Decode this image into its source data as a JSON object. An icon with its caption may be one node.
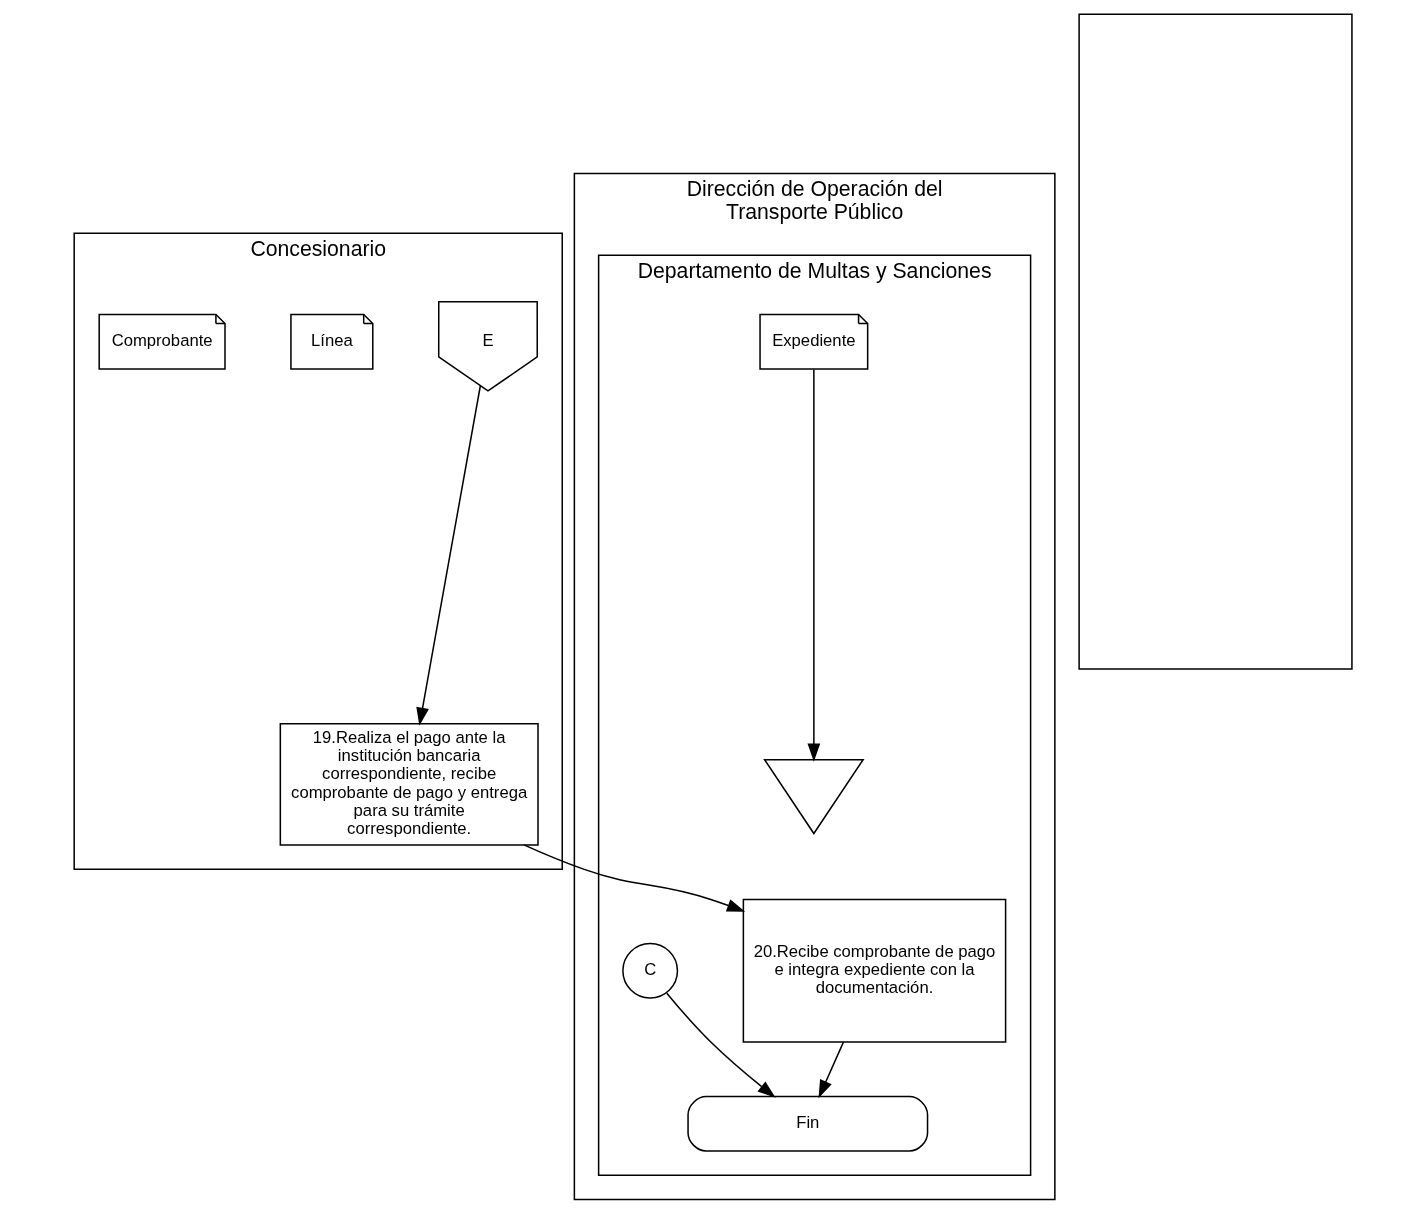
{
  "diagram": {
    "nodes": [
      {
        "text": [
          "Concesionario"
        ]
      },
      {
        "text": [
          "Dirección de Operación del Transporte Público"
        ]
      },
      {
        "text": [
          "Departamento de Multas y Sanciones"
        ],
        "in": 1
      },
      {
        "text": [],
        "shape": "box"
      },
      {
        "text": [
          "E"
        ],
        "in": 0
      },
      {
        "text": [
          "19.Realiza el pago ante la institución bancaria correspondiente, recibe comprobante de pago y entrega para su trámite correspondiente."
        ],
        "in": 0
      },
      {
        "text": [
          "Línea"
        ],
        "in": 0
      },
      {
        "text": [
          "Comprobante"
        ],
        "in": 0
      },
      {
        "text": [
          "20.Recibe comprobante de pago e integra expediente con la documentación."
        ],
        "in": 2
      },
      {
        "text": [
          "Expediente"
        ],
        "in": 2
      },
      {
        "text": [
          "C"
        ],
        "in": 2
      },
      {
        "text": [],
        "shape": "triangle",
        "in": 2
      },
      {
        "text": [
          "Fin"
        ],
        "in": 2
      }
    ],
    "edges": [
      {
        "from": 4,
        "to": 5,
        "arrow": "to"
      },
      {
        "from": 5,
        "to": 8,
        "arrow": "to"
      },
      {
        "from": 8,
        "to": 12,
        "arrow": "to"
      },
      {
        "from": 10,
        "to": 12,
        "arrow": "to"
      },
      {
        "from": 9,
        "to": 11,
        "arrow": "to"
      }
    ]
  }
}
